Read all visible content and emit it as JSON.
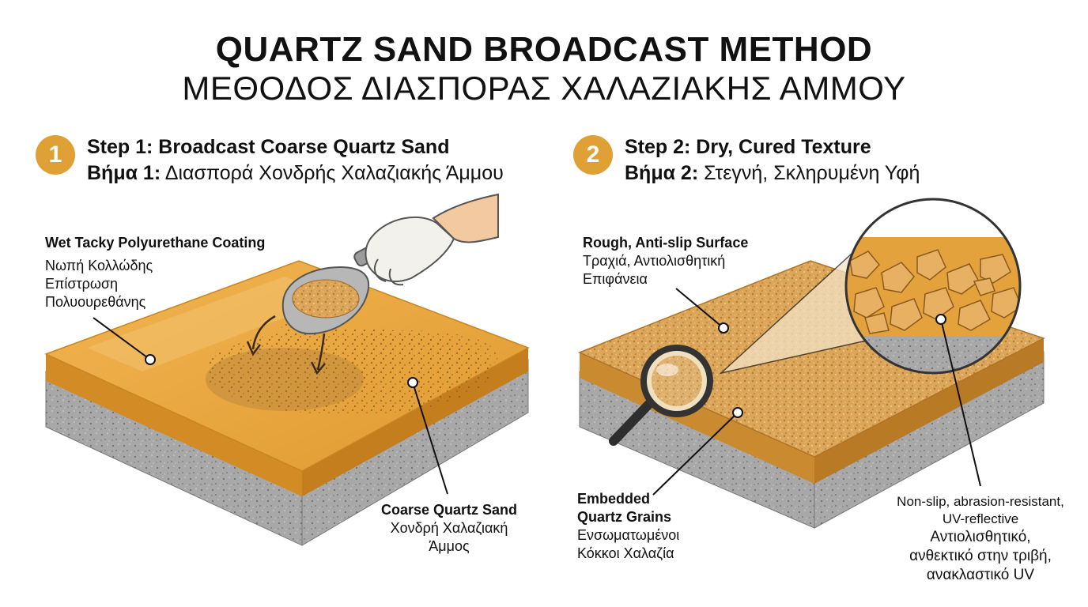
{
  "title": {
    "en": "QUARTZ SAND BROADCAST METHOD",
    "el": "ΜΕΘΟΔΟΣ ΔΙΑΣΠΟΡΑΣ ΧΑΛΑΖΙΑΚΗΣ ΑΜΜΟΥ"
  },
  "step1": {
    "number": "1",
    "en": "Step 1: Broadcast Coarse Quartz Sand",
    "el_bold": "Βήμα 1:",
    "el_rest": " Διασπορά Χονδρής Χαλαζιακής Άμμου"
  },
  "step2": {
    "number": "2",
    "en": "Step 2: Dry, Cured Texture",
    "el_bold": "Βήμα 2:",
    "el_rest": " Στεγνή, Σκληρυμένη Υφή"
  },
  "labels": {
    "wet_coating": {
      "en": "Wet Tacky Polyurethane Coating",
      "el1": "Νωπή Κολλώδης",
      "el2": "Επίστρωση",
      "el3": "Πολυουρεθάνης"
    },
    "coarse_sand": {
      "en": "Coarse Quartz Sand",
      "el1": "Χονδρή Χαλαζιακή",
      "el2": "Άμμος"
    },
    "rough_surface": {
      "en": "Rough, Anti-slip Surface",
      "el1": "Τραχιά, Αντιολισθητική",
      "el2": "Επιφάνεια"
    },
    "embedded_grains": {
      "en1": "Embedded",
      "en2": "Quartz Grains",
      "el1": "Ενσωματωμένοι",
      "el2": "Κόκκοι Χαλαζία"
    },
    "properties": {
      "en1": "Non-slip, abrasion-resistant,",
      "en2": "UV-reflective",
      "el1": "Αντιολισθητικό,",
      "el2": "ανθεκτικό στην τριβή,",
      "el3": "ανακλαστικό UV"
    }
  },
  "colors": {
    "accent": "#dfa035",
    "coating": "#e9a63c",
    "coating_dark": "#c8801e",
    "concrete": "#a9a9a9",
    "concrete_dark": "#8d8d8d",
    "sand": "#d9a760"
  }
}
